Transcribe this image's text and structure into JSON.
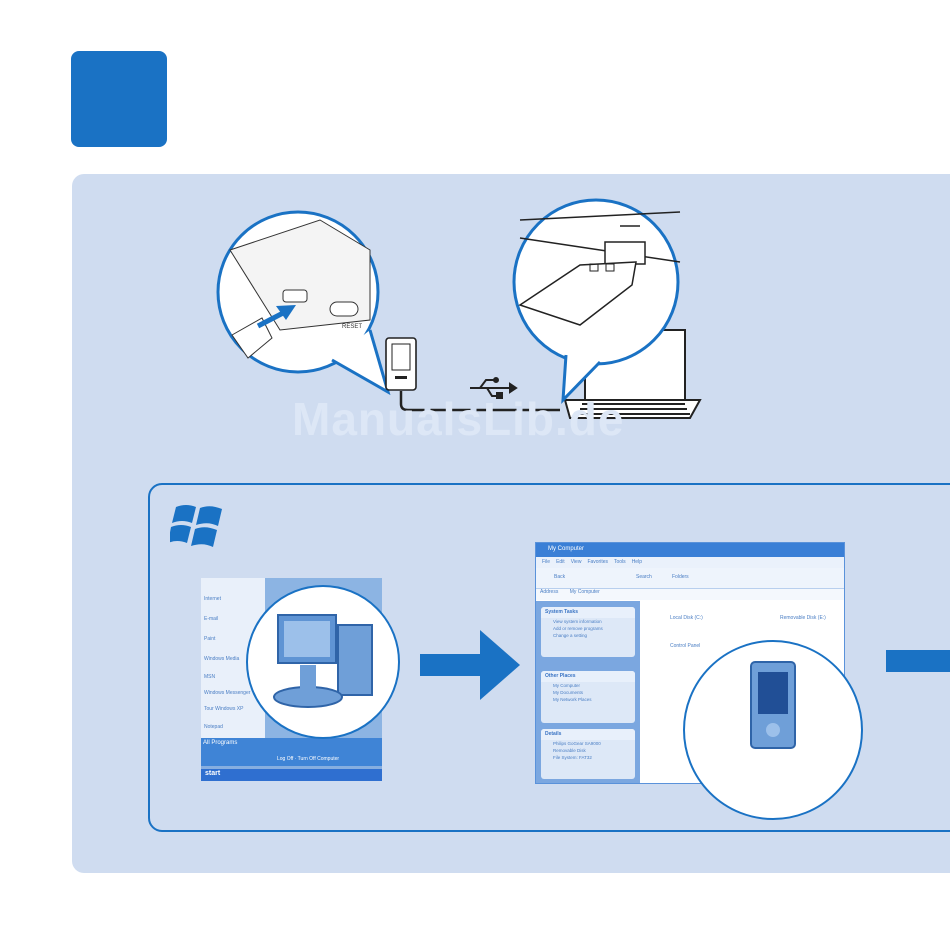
{
  "badge": {
    "label": ""
  },
  "watermark": "ManualsLib.de",
  "start_menu": {
    "items": [
      "Internet",
      "E-mail",
      "Paint",
      "Windows Media",
      "MSN",
      "Windows Messenger",
      "Tour Windows XP",
      "Notepad"
    ],
    "all_programs": "All Programs",
    "log_off": "Log Off",
    "turn_off": "Turn Off Computer",
    "start": "start"
  },
  "explorer": {
    "title": "My Computer",
    "menu": [
      "File",
      "Edit",
      "View",
      "Favorites",
      "Tools",
      "Help"
    ],
    "toolbar": [
      "Back",
      "Search",
      "Folders"
    ],
    "address_label": "Address",
    "address_value": "My Computer",
    "system_tasks": {
      "title": "System Tasks",
      "lines": [
        "View system information",
        "Add or remove programs",
        "Change a setting"
      ]
    },
    "other_places": {
      "title": "Other Places",
      "lines": [
        "My Computer",
        "My Documents",
        "My Network Places"
      ]
    },
    "details": {
      "title": "Details",
      "lines": [
        "Philips GoGear SA9000",
        "Removable Disk",
        "File System: FAT32"
      ]
    },
    "drives": [
      "Local Disk (C:)",
      "Removable Disk (E:)",
      "Control Panel"
    ]
  },
  "colors": {
    "accent": "#1a72c4",
    "panel": "#cfdcf0"
  }
}
